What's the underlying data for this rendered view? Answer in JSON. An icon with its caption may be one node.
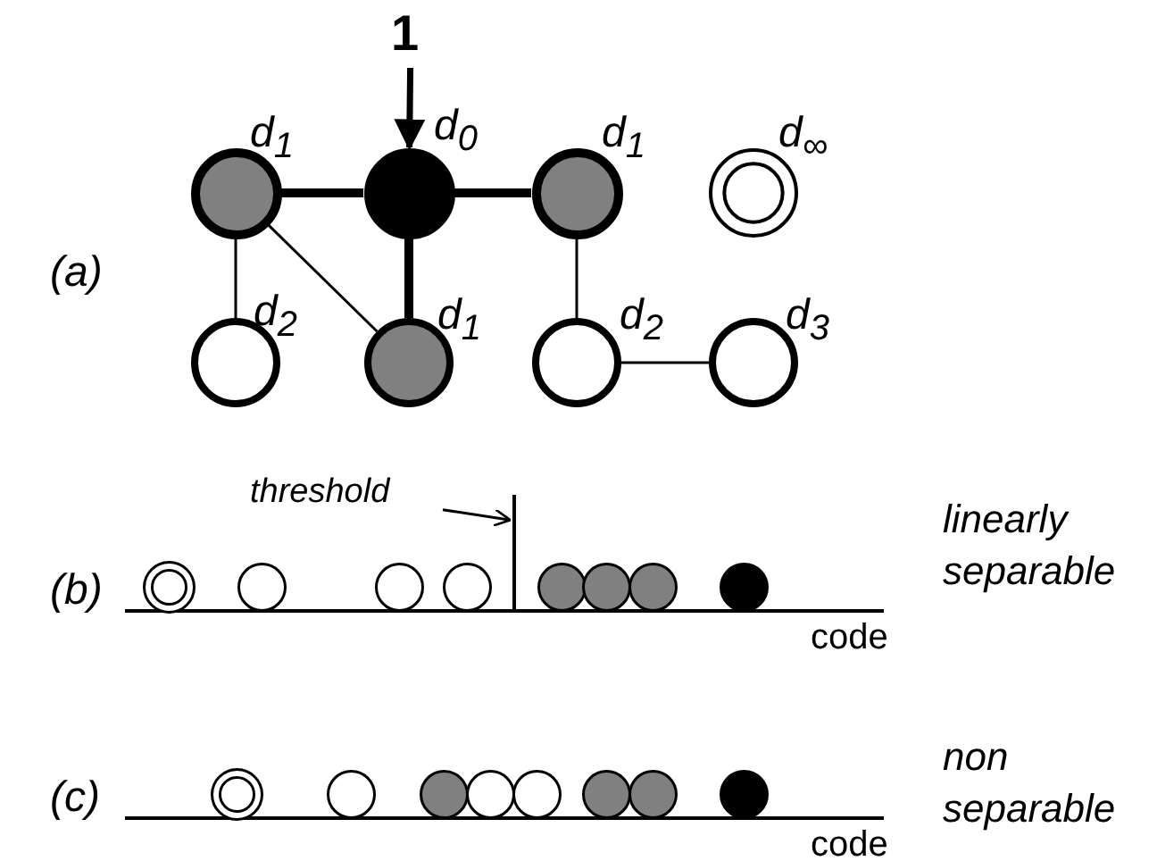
{
  "diagram": {
    "nodes": [
      {
        "text": [
          "1"
        ]
      },
      {
        "text": [],
        "shape": "circle",
        "beside": [
          "d$_{1}$"
        ]
      },
      {
        "text": [],
        "shape": "circle",
        "beside": [
          "d$_{0}$"
        ]
      },
      {
        "text": [],
        "shape": "circle",
        "beside": [
          "d$_{1}$"
        ]
      },
      {
        "text": [],
        "shape": "circle",
        "beside": [
          "d$_{∞}$"
        ]
      },
      {
        "text": [],
        "shape": "circle",
        "beside": [
          "d$_{2}$"
        ]
      },
      {
        "text": [],
        "shape": "circle",
        "beside": [
          "d$_{1}$"
        ]
      },
      {
        "text": [],
        "shape": "circle",
        "beside": [
          "d$_{2}$"
        ]
      },
      {
        "text": [],
        "shape": "circle",
        "beside": [
          "d$_{3}$"
        ]
      },
      {
        "text": [
          "threshold"
        ]
      },
      {
        "text": [],
        "shape": "line"
      },
      {
        "text": [],
        "shape": "circle"
      },
      {
        "text": [],
        "shape": "circle"
      },
      {
        "text": [],
        "shape": "circle"
      },
      {
        "text": [],
        "shape": "circle"
      },
      {
        "text": [],
        "shape": "circle"
      },
      {
        "text": [],
        "shape": "circle"
      },
      {
        "text": [],
        "shape": "circle"
      },
      {
        "text": [],
        "shape": "circle"
      },
      {
        "text": [],
        "shape": "circle"
      },
      {
        "text": [],
        "shape": "circle"
      },
      {
        "text": [],
        "shape": "circle"
      },
      {
        "text": [],
        "shape": "circle"
      },
      {
        "text": [],
        "shape": "circle"
      },
      {
        "text": [],
        "shape": "circle"
      },
      {
        "text": [],
        "shape": "circle"
      },
      {
        "text": [],
        "shape": "circle"
      }
    ],
    "edges": [
      {
        "from": 0,
        "to": 2,
        "arrow": "to",
        "style": "thick"
      },
      {
        "from": 1,
        "to": 2,
        "arrow": "none",
        "style": "thick"
      },
      {
        "from": 2,
        "to": 3,
        "arrow": "none",
        "style": "thick"
      },
      {
        "from": 1,
        "to": 5,
        "arrow": "none"
      },
      {
        "from": 1,
        "to": 6,
        "arrow": "none"
      },
      {
        "from": 2,
        "to": 6,
        "arrow": "none",
        "style": "thick"
      },
      {
        "from": 3,
        "to": 7,
        "arrow": "none"
      },
      {
        "from": 7,
        "to": 8,
        "arrow": "none"
      },
      {
        "from": 9,
        "to": 10,
        "arrow": "to"
      }
    ],
    "labels": [
      "(a)",
      "(b)",
      "linearly separable",
      "code",
      "non separable",
      "(c)",
      "code"
    ]
  }
}
